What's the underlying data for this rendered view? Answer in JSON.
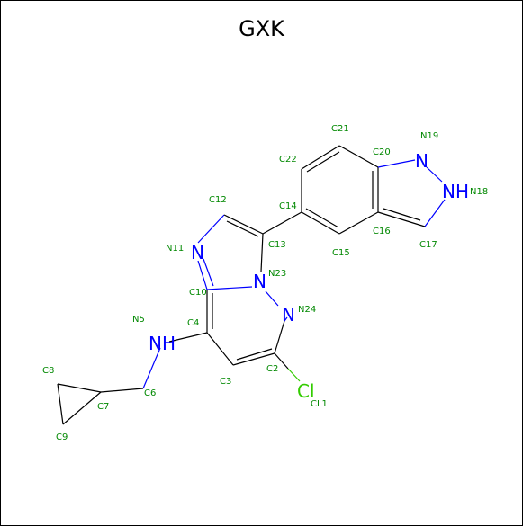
{
  "title": "GXK",
  "colors": {
    "carbon": "#000000",
    "nitrogen": "#0000ff",
    "chlorine": "#33cc00",
    "atom_label": "#008800"
  },
  "symbols": {
    "N11": "N",
    "N5": "NH",
    "N23": "N",
    "N24": "N",
    "N19": "N",
    "N18": "NH",
    "CL1": "Cl"
  },
  "atom_labels": {
    "C21": "C21",
    "N19": "N19",
    "C20": "C20",
    "C22": "C22",
    "N18": "N18",
    "C12": "C12",
    "C14": "C14",
    "N11": "N11",
    "C13": "C13",
    "C16": "C16",
    "C15": "C15",
    "C17": "C17",
    "N23": "N23",
    "C10": "C10",
    "N24": "N24",
    "N5": "N5",
    "C4": "C4",
    "C2": "C2",
    "C8": "C8",
    "C3": "C3",
    "C6": "C6",
    "C7": "C7",
    "CL1": "CL1",
    "C9": "C9"
  }
}
